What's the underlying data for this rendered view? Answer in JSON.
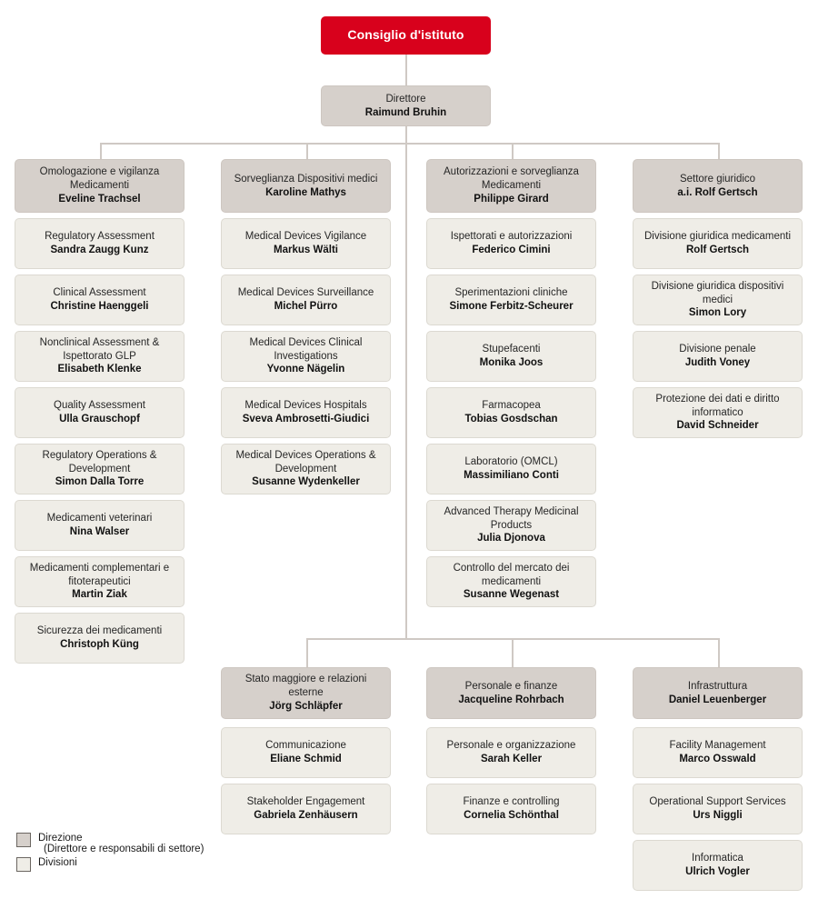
{
  "root": {
    "unit": "Consiglio d'istituto"
  },
  "director": {
    "unit": "Direttore",
    "person": "Raimund Bruhin"
  },
  "colors": {
    "accent_red": "#d8011c",
    "direzione_fill": "#d6d0cb",
    "divisione_fill": "#efede7",
    "connector": "#cfc9c4"
  },
  "columns": [
    {
      "head": {
        "unit": "Omologazione e vigilanza Medicamenti",
        "person": "Eveline Trachsel"
      },
      "units": [
        {
          "unit": "Regulatory Assessment",
          "person": "Sandra Zaugg Kunz"
        },
        {
          "unit": "Clinical Assessment",
          "person": "Christine Haenggeli"
        },
        {
          "unit": "Nonclinical Assessment & Ispettorato GLP",
          "person": "Elisabeth Klenke"
        },
        {
          "unit": "Quality Assessment",
          "person": "Ulla Grauschopf"
        },
        {
          "unit": "Regulatory Operations & Development",
          "person": "Simon Dalla Torre"
        },
        {
          "unit": "Medicamenti veterinari",
          "person": "Nina Walser"
        },
        {
          "unit": "Medicamenti complementari e fitoterapeutici",
          "person": "Martin Ziak"
        },
        {
          "unit": "Sicurezza dei medicamenti",
          "person": "Christoph Küng"
        }
      ]
    },
    {
      "head": {
        "unit": "Sorveglianza Dispositivi medici",
        "person": "Karoline Mathys"
      },
      "units": [
        {
          "unit": "Medical Devices Vigilance",
          "person": "Markus Wälti"
        },
        {
          "unit": "Medical Devices Surveillance",
          "person": "Michel Pürro"
        },
        {
          "unit": "Medical Devices Clinical Investigations",
          "person": "Yvonne Nägelin"
        },
        {
          "unit": "Medical Devices Hospitals",
          "person": "Sveva Ambrosetti-Giudici"
        },
        {
          "unit": "Medical Devices Operations & Development",
          "person": "Susanne Wydenkeller"
        }
      ]
    },
    {
      "head": {
        "unit": "Autorizzazioni e sorveglianza Medicamenti",
        "person": "Philippe Girard"
      },
      "units": [
        {
          "unit": "Ispettorati e autorizzazioni",
          "person": "Federico Cimini"
        },
        {
          "unit": "Sperimentazioni cliniche",
          "person": "Simone Ferbitz-Scheurer"
        },
        {
          "unit": "Stupefacenti",
          "person": "Monika Joos"
        },
        {
          "unit": "Farmacopea",
          "person": "Tobias Gosdschan"
        },
        {
          "unit": "Laboratorio (OMCL)",
          "person": "Massimiliano Conti"
        },
        {
          "unit": "Advanced Therapy Medicinal Products",
          "person": "Julia Djonova"
        },
        {
          "unit": "Controllo del mercato dei medicamenti",
          "person": "Susanne Wegenast"
        }
      ]
    },
    {
      "head": {
        "unit": "Settore giuridico",
        "person": "a.i. Rolf Gertsch"
      },
      "units": [
        {
          "unit": "Divisione giuridica medicamenti",
          "person": "Rolf Gertsch"
        },
        {
          "unit": "Divisione giuridica dispositivi medici",
          "person": "Simon Lory"
        },
        {
          "unit": "Divisione penale",
          "person": "Judith Voney"
        },
        {
          "unit": "Protezione dei dati e diritto informatico",
          "person": "David Schneider"
        }
      ]
    }
  ],
  "bottom_columns": [
    {
      "head": {
        "unit": "Stato maggiore e relazioni esterne",
        "person": "Jörg Schläpfer"
      },
      "units": [
        {
          "unit": "Communicazione",
          "person": "Eliane Schmid"
        },
        {
          "unit": "Stakeholder Engagement",
          "person": "Gabriela Zenhäusern"
        }
      ]
    },
    {
      "head": {
        "unit": "Personale e finanze",
        "person": "Jacqueline Rohrbach"
      },
      "units": [
        {
          "unit": "Personale e organizzazione",
          "person": "Sarah Keller"
        },
        {
          "unit": "Finanze e controlling",
          "person": "Cornelia Schönthal"
        }
      ]
    },
    {
      "head": {
        "unit": "Infrastruttura",
        "person": "Daniel Leuenberger"
      },
      "units": [
        {
          "unit": "Facility Management",
          "person": "Marco Osswald"
        },
        {
          "unit": "Operational Support Services",
          "person": "Urs Niggli"
        },
        {
          "unit": "Informatica",
          "person": "Ulrich Vogler"
        }
      ]
    }
  ],
  "legend": {
    "direzione_line1": "Direzione",
    "direzione_line2": "(Direttore e responsabili di settore)",
    "divisioni_label": "Divisioni"
  }
}
